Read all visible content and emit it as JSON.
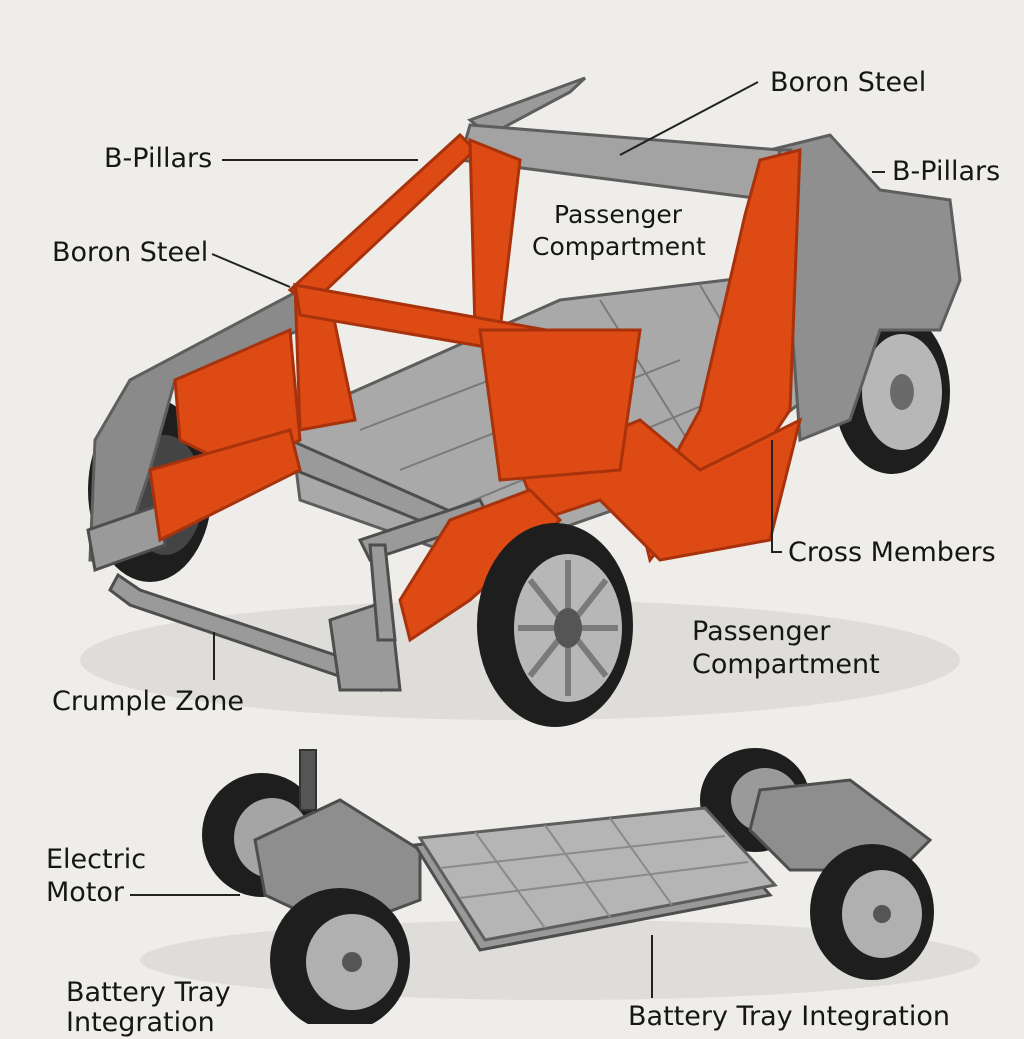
{
  "colors": {
    "background": "#efedea",
    "boron_steel": "#dd4a14",
    "boron_steel_dark": "#a8320c",
    "steel": "#9a9a9a",
    "steel_dark": "#5e5e5e",
    "tire": "#1e1e1e",
    "rim": "#b7b7b7",
    "battery": "#b5b5b5",
    "leader_line": "#222222"
  },
  "labels": {
    "boron_steel_top": "Boron Steel",
    "b_pillars_left": "B-Pillars",
    "b_pillars_right": "B-Pillars",
    "boron_steel_left": "Boron Steel",
    "passenger_compartment_upper_1": "Passenger",
    "passenger_compartment_upper_2": "Compartment",
    "cross_members": "Cross Members",
    "passenger_compartment_lower_1": "Passenger",
    "passenger_compartment_lower_2": "Compartment",
    "crumple_zone": "Crumple Zone",
    "electric_motor_1": "Electric",
    "electric_motor_2": "Motor",
    "battery_tray_left_1": "Battery Tray",
    "battery_tray_left_2": "Integration",
    "battery_tray_bottom": "Battery Tray Integration"
  }
}
